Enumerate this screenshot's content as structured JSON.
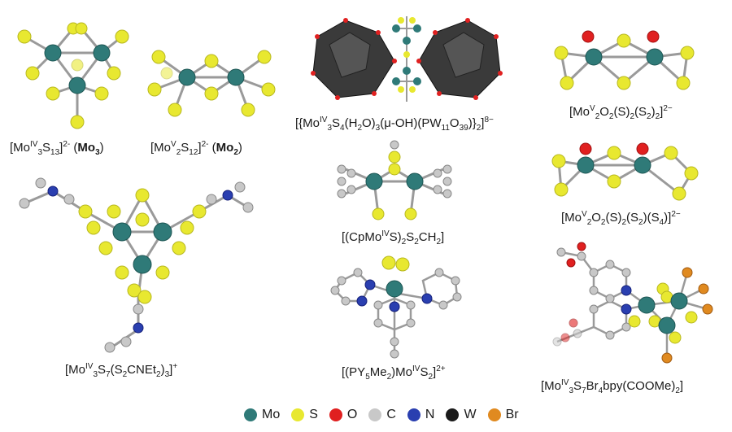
{
  "captions": {
    "mo3": {
      "pre": "[Mo",
      "sup1": "IV",
      "mid1": "3",
      "mid2": "S",
      "sub1": "13",
      "post": "]",
      "sup2": "2-",
      "tag": "Mo",
      "tagsub": "3"
    },
    "mo2": {
      "pre": "[Mo",
      "sup1": "V",
      "mid1": "2",
      "mid2": "S",
      "sub1": "12",
      "post": "]",
      "sup2": "2-",
      "tag": "Mo",
      "tagsub": "2"
    },
    "pom": "[{Mo^IV3S4(H2O)3(μ-OH)(PW11O39)}2]^8−",
    "cp": "[(CpMo^IVS)2S2CH2]",
    "mov_s2s2": "[Mo^V2O2(S)2(S2)2]^2−",
    "mov_s4": "[Mo^V2O2(S)2(S2)(S4)]^2−",
    "dtc": "[Mo^IV3S7(S2CNEt2)3]^+",
    "py5": "[(PY5Me2)Mo^IVS2]^2+",
    "bpy": "[Mo^IV3S7Br4bpy(COOMe)2]"
  },
  "legend": [
    {
      "label": "Mo",
      "color": "#2f7a78"
    },
    {
      "label": "S",
      "color": "#e8e830"
    },
    {
      "label": "O",
      "color": "#e02020"
    },
    {
      "label": "C",
      "color": "#c8c8c8"
    },
    {
      "label": "N",
      "color": "#2a3fb0"
    },
    {
      "label": "W",
      "color": "#1a1a1a"
    },
    {
      "label": "Br",
      "color": "#e08a20"
    }
  ]
}
